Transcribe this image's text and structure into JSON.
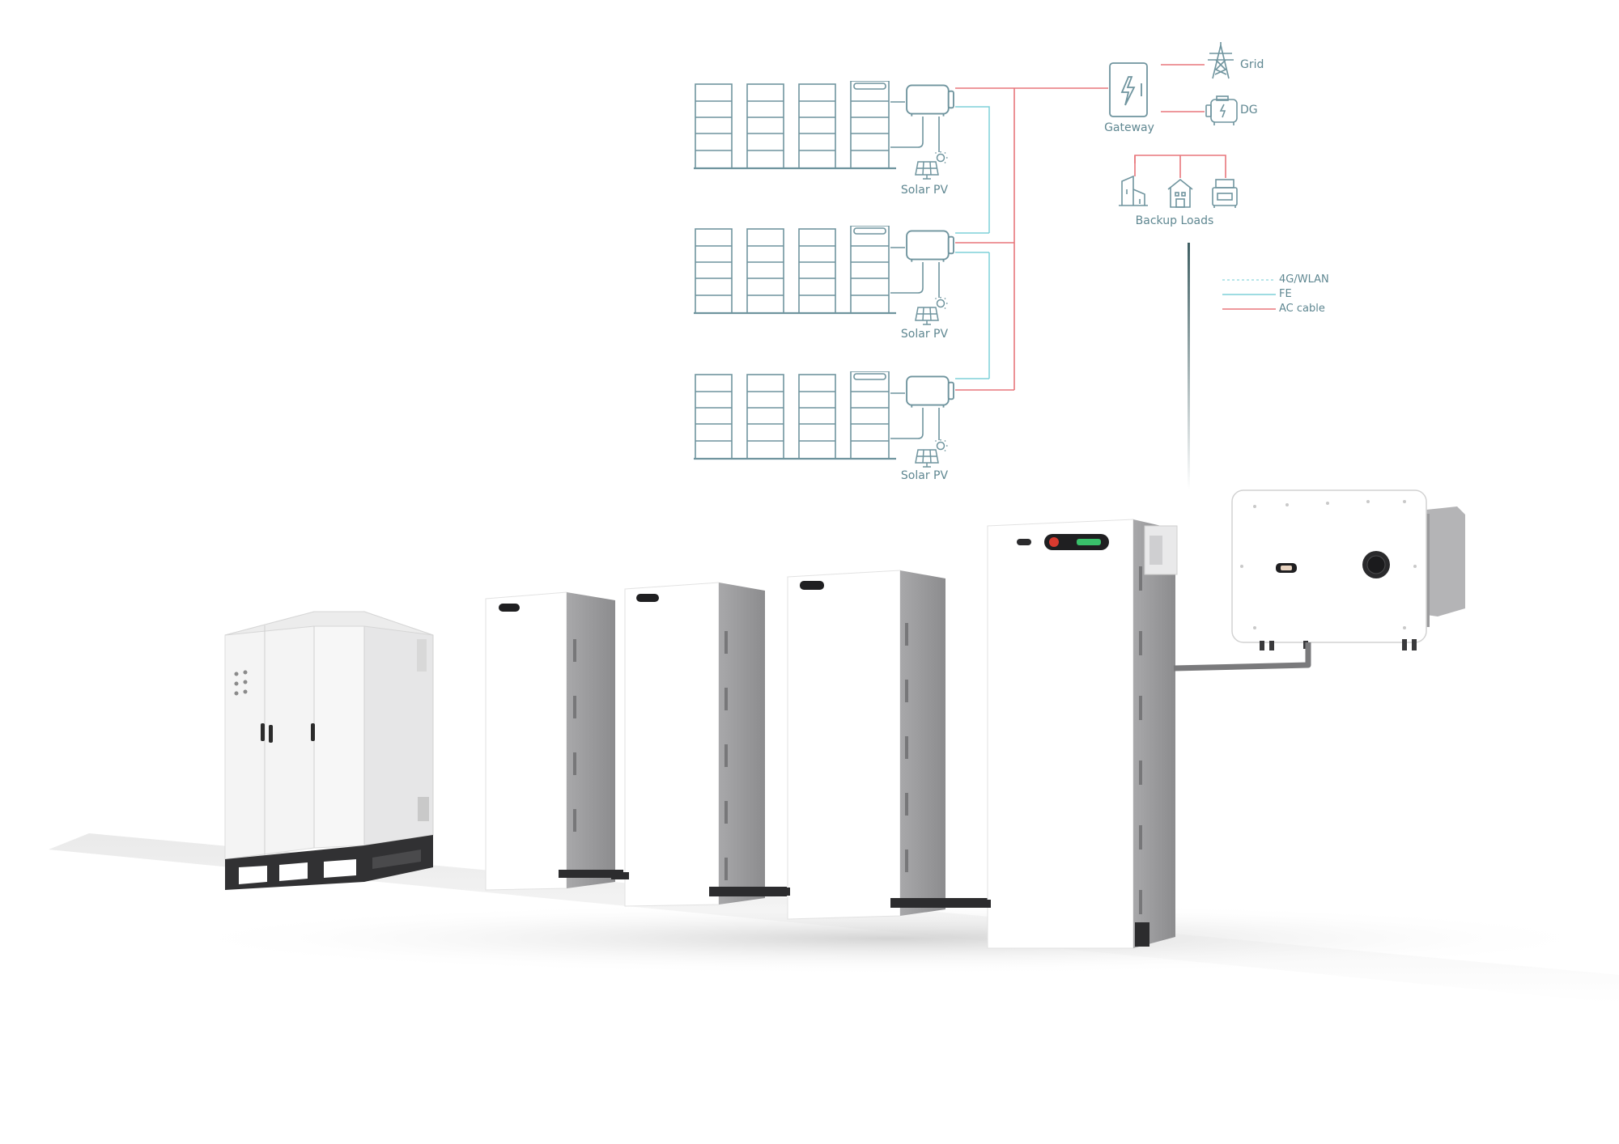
{
  "colors": {
    "diagram_stroke": "#6f949e",
    "ac_cable": "#e8767b",
    "fe": "#7fd0d8",
    "wlan": "#9fdde3",
    "trunk": "#3e5e62",
    "panel": "#ffffff",
    "vent": "#9d9d9f",
    "base": "#2f2f31"
  },
  "labels": {
    "gateway": "Gateway",
    "grid": "Grid",
    "dg": "DG",
    "backup_loads": "Backup Loads",
    "solar_pv_1": "Solar PV",
    "solar_pv_2": "Solar PV",
    "solar_pv_3": "Solar PV"
  },
  "legend": {
    "wlan": "4G/WLAN",
    "fe": "FE",
    "ac": "AC cable"
  },
  "icons": {
    "gateway": "gateway-icon",
    "grid": "power-tower-icon",
    "dg": "diesel-generator-icon",
    "loads": [
      "office-building-icon",
      "house-icon",
      "factory-icon"
    ],
    "solar": "solar-panel-icon"
  }
}
